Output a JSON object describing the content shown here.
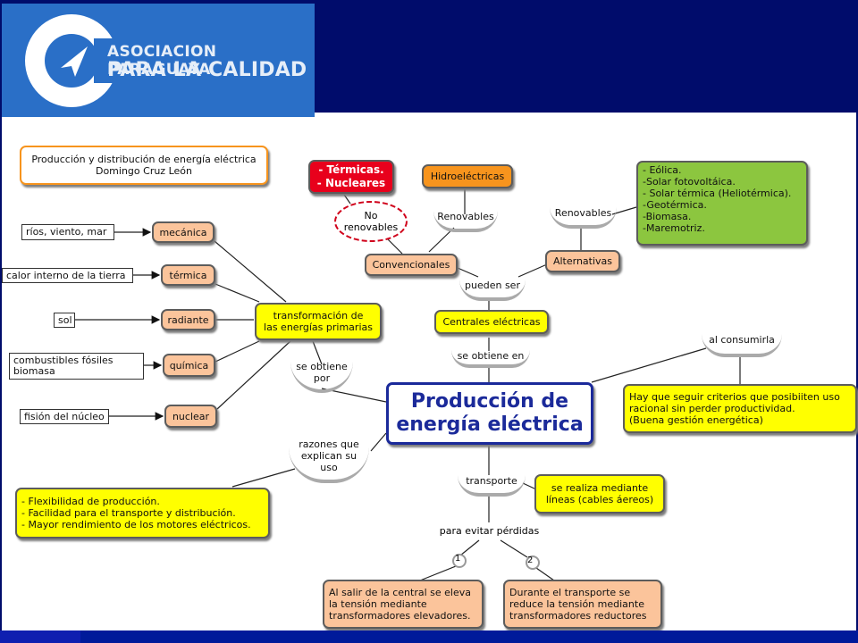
{
  "logo": {
    "line1": "ASOCIACION PARAGUAYA",
    "line2": "PARA LA CALIDAD"
  },
  "header_box": "Producción y distribución de energía eléctrica\nDomingo Cruz León",
  "central": "Producción de\nenergía eléctrica",
  "sources": [
    {
      "input": "ríos, viento, mar",
      "type": "mecánica"
    },
    {
      "input": "calor interno de la tierra",
      "type": "térmica"
    },
    {
      "input": "sol",
      "type": "radiante"
    },
    {
      "input": "combustibles fósiles\nbiomasa",
      "type": "química"
    },
    {
      "input": "fisión del núcleo",
      "type": "nuclear"
    }
  ],
  "transformation": "transformación de\nlas energías primarias",
  "obtained_by": "se obtiene\npor",
  "reasons_link": "razones que\nexplican su\nuso",
  "reasons_box": "- Flexibilidad de producción.\n- Facilidad para el transporte y distribución.\n- Mayor rendimiento de los motores eléctricos.",
  "obtained_in": "se obtiene en",
  "centrales": "Centrales eléctricas",
  "can_be": "pueden ser",
  "conventional": "Convencionales",
  "alternatives": "Alternativas",
  "non_renewable_link": "No\nrenovables",
  "thermal_nuclear": "- Térmicas.\n- Nucleares",
  "renewable_link_1": "Renovables",
  "hydro": "Hidroeléctricas",
  "renewable_link_2": "Renovables",
  "renewables_list": "- Eólica.\n-Solar fotovoltáica.\n- Solar térmica (Heliotérmica).\n-Geotérmica.\n-Biomasa.\n-Maremotriz.",
  "on_consume_link": "al consumirla",
  "consume_box": "Hay que seguir criterios que posibiiten uso\nracional sin perder productividad.\n(Buena gestión energética)",
  "transport_link": "transporte",
  "transport_box": "se realiza mediante\nlíneas (cables áereos)",
  "avoid_losses": "para evitar pérdidas",
  "step1": "1",
  "step2": "2",
  "step1_box": "Al salir de la central se eleva\nla tensión mediante\ntransformadores elevadores.",
  "step2_box": "Durante el transporte se\nreduce la tensión  mediante\ntransformadores reductores"
}
